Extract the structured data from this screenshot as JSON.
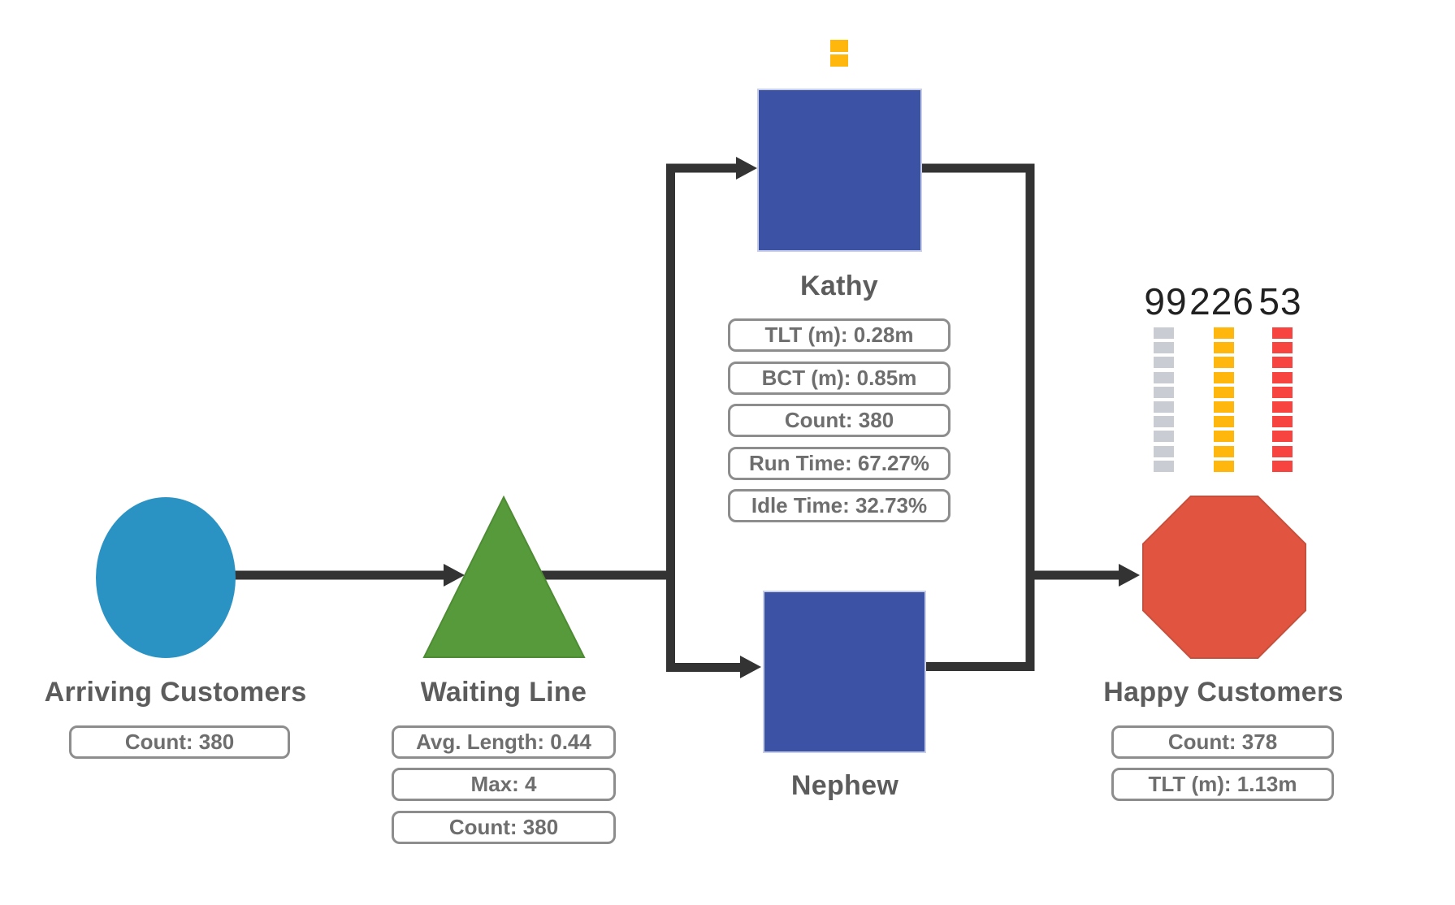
{
  "colors": {
    "source": "#2B93C4",
    "queue": "#579A3C",
    "station": "#3C52A5",
    "sink": "#E1543F",
    "connector": "#333333",
    "stack_gray": "#C9CCD3",
    "stack_amber": "#FFB70D",
    "stack_red": "#F74440"
  },
  "nodes": {
    "arriving_customers": {
      "label": "Arriving Customers",
      "shape": "circle",
      "stats": [
        "Count: 380"
      ]
    },
    "waiting_line": {
      "label": "Waiting Line",
      "shape": "triangle",
      "stats": [
        "Avg. Length: 0.44",
        "Max: 4",
        "Count: 380"
      ]
    },
    "kathy": {
      "label": "Kathy",
      "shape": "square",
      "stats": [
        "TLT (m): 0.28m",
        "BCT (m): 0.85m",
        "Count: 380",
        "Run Time: 67.27%",
        "Idle Time: 32.73%"
      ],
      "queue_blocks": 2,
      "queue_color": "#FFB70D"
    },
    "nephew": {
      "label": "Nephew",
      "shape": "square",
      "stats": []
    },
    "happy_customers": {
      "label": "Happy Customers",
      "shape": "octagon",
      "stats": [
        "Count: 378",
        "TLT (m): 1.13m"
      ]
    }
  },
  "exit_counters": [
    {
      "value": "99",
      "color": "#C9CCD3",
      "blocks": 10
    },
    {
      "value": "226",
      "color": "#FFB70D",
      "blocks": 10
    },
    {
      "value": "53",
      "color": "#F74440",
      "blocks": 10
    }
  ]
}
